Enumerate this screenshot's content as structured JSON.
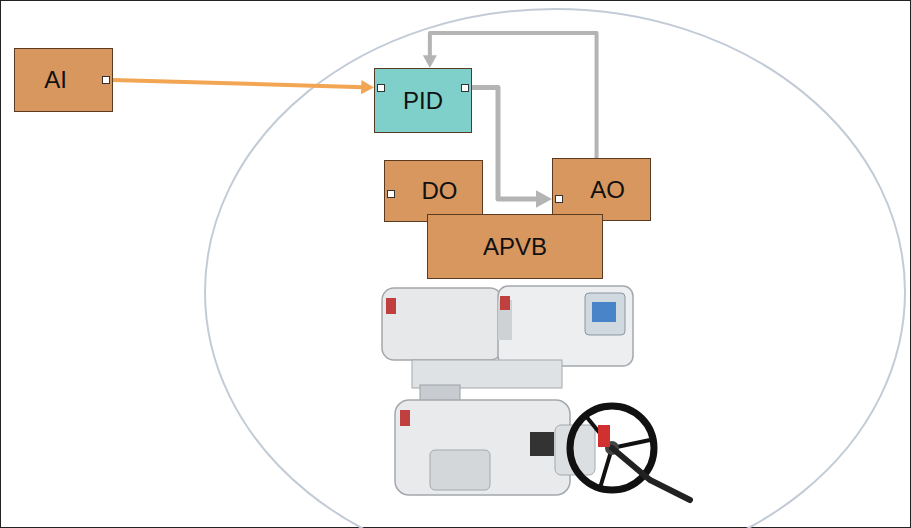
{
  "diagram": {
    "nodes": [
      {
        "text": [
          "AI"
        ]
      },
      {
        "text": [
          "PID"
        ]
      },
      {
        "text": [
          "DO"
        ]
      },
      {
        "text": [
          "AO"
        ]
      },
      {
        "text": [
          "APVB"
        ]
      }
    ],
    "edges": [
      {
        "from": 0,
        "to": 1,
        "arrow": "to"
      },
      {
        "from": 1,
        "to": 3,
        "arrow": "to"
      },
      {
        "from": 3,
        "to": 1,
        "arrow": "to"
      }
    ]
  }
}
